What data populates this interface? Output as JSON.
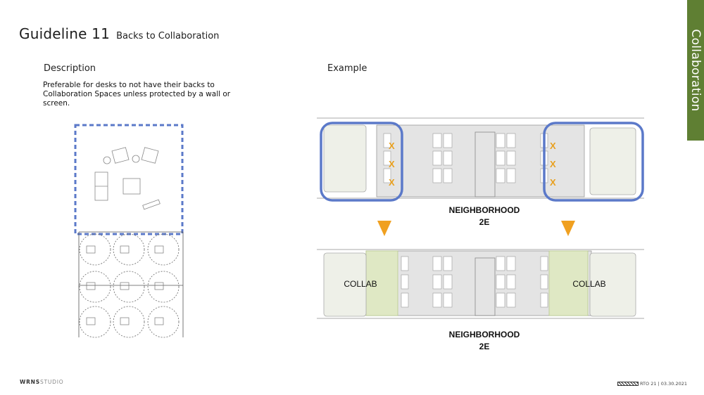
{
  "header": {
    "title": "Guideline 11",
    "subtitle": "Backs to Collaboration"
  },
  "tab": {
    "label": "Collaboration",
    "color": "#5f7f33"
  },
  "description": {
    "heading": "Description",
    "text": "Preferable for desks to not have their backs to Collaboration Spaces unless protected by a wall or screen."
  },
  "example": {
    "heading": "Example",
    "top_plan": {
      "label_line1": "NEIGHBORHOOD",
      "label_line2": "2E",
      "marks": [
        "X",
        "X",
        "X",
        "X",
        "X",
        "X"
      ]
    },
    "bottom_plan": {
      "left_label": "COLLAB",
      "right_label": "COLLAB",
      "label_line1": "NEIGHBORHOOD",
      "label_line2": "2E"
    }
  },
  "colors": {
    "highlight_blue": "#5b79c9",
    "arrow_orange": "#f0a020",
    "collab_green": "#dfe8c4",
    "tab_green": "#5f7f33"
  },
  "footer": {
    "logo_bold": "WRNS",
    "logo_light": "STUDIO",
    "project": "RTO 21 | 03.30.2021"
  }
}
